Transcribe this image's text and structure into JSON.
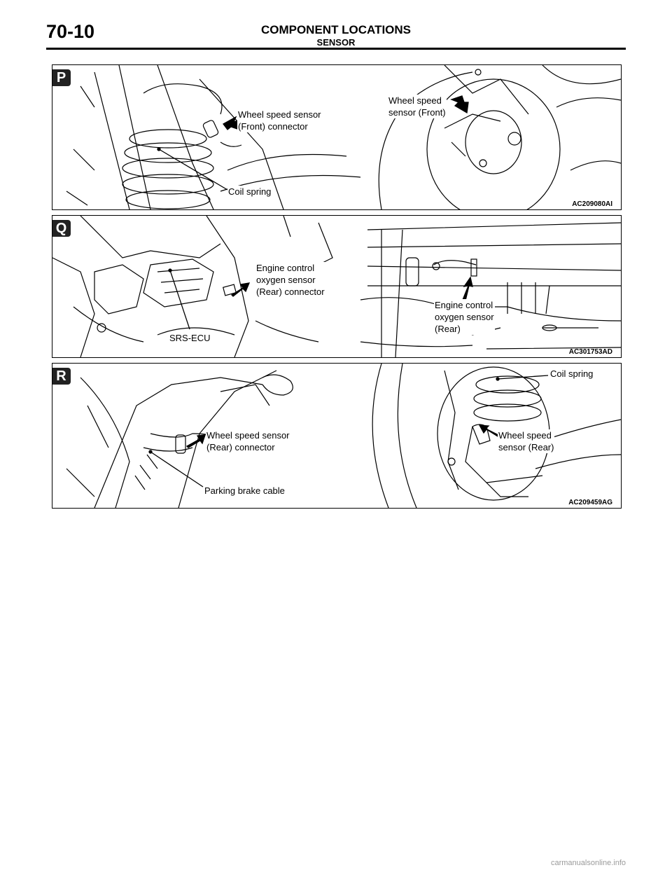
{
  "header": {
    "page_number": "70-10",
    "section_title": "COMPONENT LOCATIONS",
    "section_subtitle": "SENSOR"
  },
  "panels": [
    {
      "letter": "P",
      "code": "AC209080AI",
      "labels": {
        "front_connector": "Wheel speed sensor\n(Front) connector",
        "coil_spring": "Coil spring",
        "front_sensor": "Wheel speed\nsensor (Front)"
      }
    },
    {
      "letter": "Q",
      "code": "AC301753AD",
      "labels": {
        "o2_connector": "Engine control\noxygen sensor\n(Rear) connector",
        "srs_ecu": "SRS-ECU",
        "o2_sensor": "Engine control\noxygen sensor\n(Rear)"
      }
    },
    {
      "letter": "R",
      "code": "AC209459AG",
      "labels": {
        "rear_connector": "Wheel speed sensor\n(Rear) connector",
        "parking_brake": "Parking brake cable",
        "coil_spring": "Coil spring",
        "rear_sensor": "Wheel speed\nsensor (Rear)"
      }
    }
  ],
  "footer": {
    "watermark": "carmanualsonline.info"
  }
}
